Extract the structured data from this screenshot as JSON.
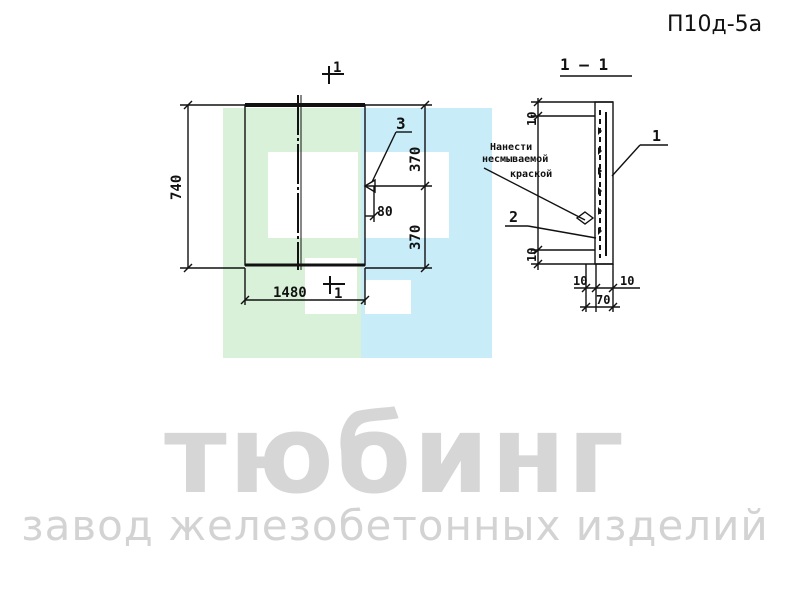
{
  "drawing_code": "П10д-5а",
  "front_view": {
    "section_mark_top": "1",
    "section_mark_bottom": "1",
    "dim_height_total": "740",
    "dim_width": "1480",
    "dim_upper": "370",
    "dim_lower": "370",
    "dim_offset": "80",
    "callout": "3"
  },
  "section_view": {
    "title": "1 — 1",
    "note_line1": "Нанести",
    "note_line2": "несмываемой",
    "note_line3": "краской",
    "callout_1": "1",
    "callout_2": "2",
    "dim_top": "10",
    "dim_bottom": "10",
    "dim_left": "10",
    "dim_right": "10",
    "dim_total": "70"
  },
  "watermark": {
    "brand": "тюбинг",
    "tagline": "завод железобетонных изделий",
    "colors": {
      "green": "#d9f1d9",
      "blue": "#c8ecf8"
    }
  }
}
